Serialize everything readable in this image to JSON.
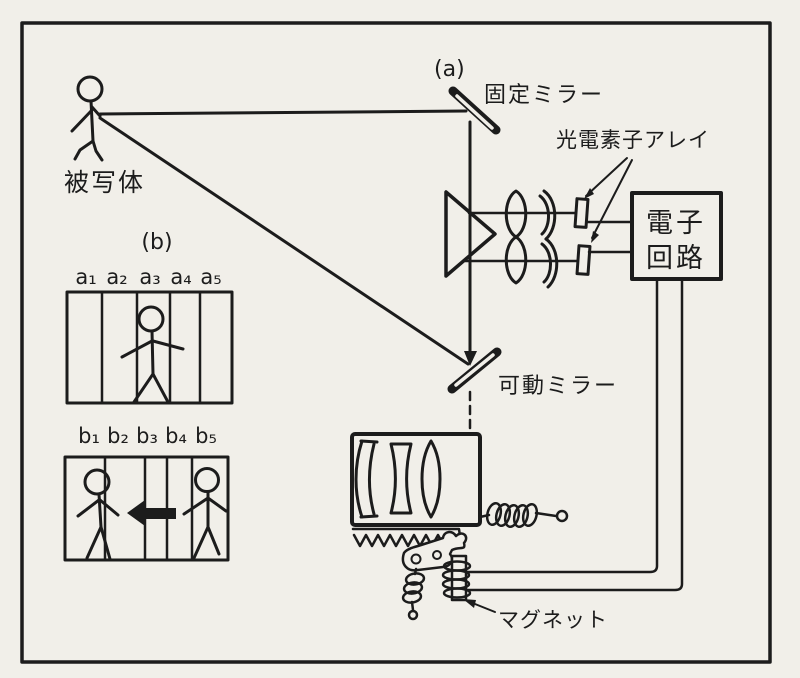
{
  "figure": {
    "panel_a": {
      "tag": "(a)",
      "subject_label": "被写体",
      "fixed_mirror_label": "固定ミラー",
      "photo_sensor_array_label": "光電素子アレイ",
      "circuit_label_line1": "電子",
      "circuit_label_line2": "回路",
      "movable_mirror_label": "可動ミラー",
      "magnet_label": "マグネット"
    },
    "panel_b": {
      "tag": "(b)",
      "row_a_cells": [
        "a₁",
        "a₂",
        "a₃",
        "a₄",
        "a₅"
      ],
      "row_b_cells": [
        "b₁",
        "b₂",
        "b₃",
        "b₄",
        "b₅"
      ]
    },
    "colors": {
      "paper": "#f1efe9",
      "ink": "#1c1c1c"
    }
  }
}
